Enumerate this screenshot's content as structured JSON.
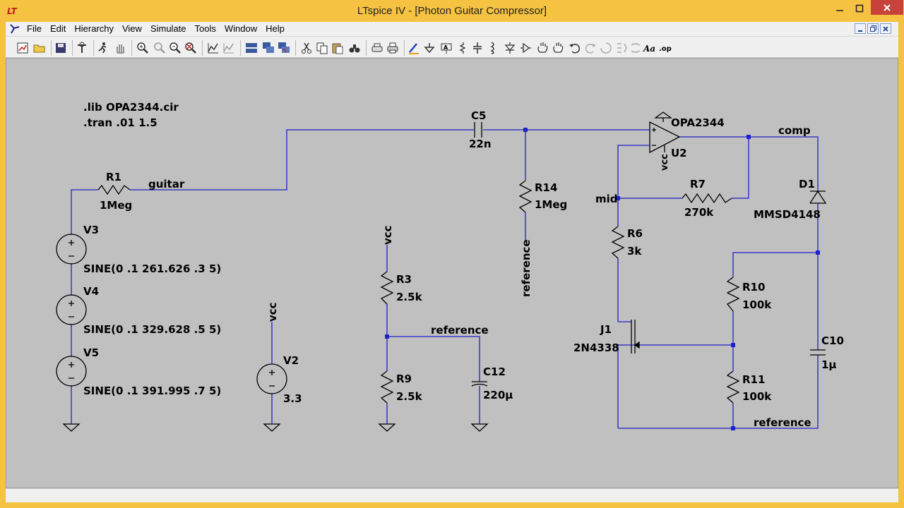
{
  "window": {
    "title": "LTspice IV - [Photon Guitar Compressor]"
  },
  "menu": {
    "items": [
      "File",
      "Edit",
      "Hierarchy",
      "View",
      "Simulate",
      "Tools",
      "Window",
      "Help"
    ]
  },
  "colors": {
    "wire": "#2020c8",
    "canvas": "#c0c0c0",
    "title_bar": "#f5c242",
    "close_button": "#c7423a"
  },
  "toolbar": {
    "icons": [
      "new-schematic-icon",
      "open-icon",
      "save-icon",
      "control-panel-icon",
      "run-icon",
      "halt-icon",
      "zoom-in-icon",
      "pan-icon",
      "zoom-out-icon",
      "zoom-fit-icon",
      "autorange-icon",
      "waveform-icon",
      "tile-horizontal-icon",
      "cascade-icon",
      "tile-vertical-icon",
      "cut-icon",
      "copy-icon",
      "paste-icon",
      "find-icon",
      "print-setup-icon",
      "print-icon",
      "draw-wire-icon",
      "ground-icon",
      "label-net-icon",
      "resistor-icon",
      "capacitor-icon",
      "inductor-icon",
      "diode-icon",
      "component-icon",
      "move-icon",
      "drag-icon",
      "undo-icon",
      "redo-icon",
      "rotate-icon",
      "mirror-icon",
      "text-icon",
      "spice-directive-icon"
    ],
    "text_label": "Aa",
    "op_label": ".op"
  },
  "schematic": {
    "directives": {
      "lib": ".lib OPA2344.cir",
      "tran": ".tran .01 1.5"
    },
    "components": {
      "R1": {
        "name": "R1",
        "value": "1Meg"
      },
      "C5": {
        "name": "C5",
        "value": "22n"
      },
      "R14": {
        "name": "R14",
        "value": "1Meg"
      },
      "U2": {
        "name": "U2",
        "value": "OPA2344",
        "supply_label": "vcc"
      },
      "R7": {
        "name": "R7",
        "value": "270k"
      },
      "R6": {
        "name": "R6",
        "value": "3k"
      },
      "D1": {
        "name": "D1",
        "value": "MMSD4148"
      },
      "R10": {
        "name": "R10",
        "value": "100k"
      },
      "R11": {
        "name": "R11",
        "value": "100k"
      },
      "C10": {
        "name": "C10",
        "value": "1µ"
      },
      "J1": {
        "name": "J1",
        "value": "2N4338"
      },
      "V3": {
        "name": "V3",
        "value": "SINE(0 .1 261.626 .3 5)"
      },
      "V4": {
        "name": "V4",
        "value": "SINE(0 .1 329.628 .5 5)"
      },
      "V5": {
        "name": "V5",
        "value": "SINE(0 .1 391.995 .7 5)"
      },
      "V2": {
        "name": "V2",
        "value": "3.3"
      },
      "R3": {
        "name": "R3",
        "value": "2.5k"
      },
      "R9": {
        "name": "R9",
        "value": "2.5k"
      },
      "C12": {
        "name": "C12",
        "value": "220µ"
      }
    },
    "nets": {
      "guitar": "guitar",
      "comp": "comp",
      "mid": "mid",
      "reference": "reference",
      "vcc": "vcc"
    }
  }
}
